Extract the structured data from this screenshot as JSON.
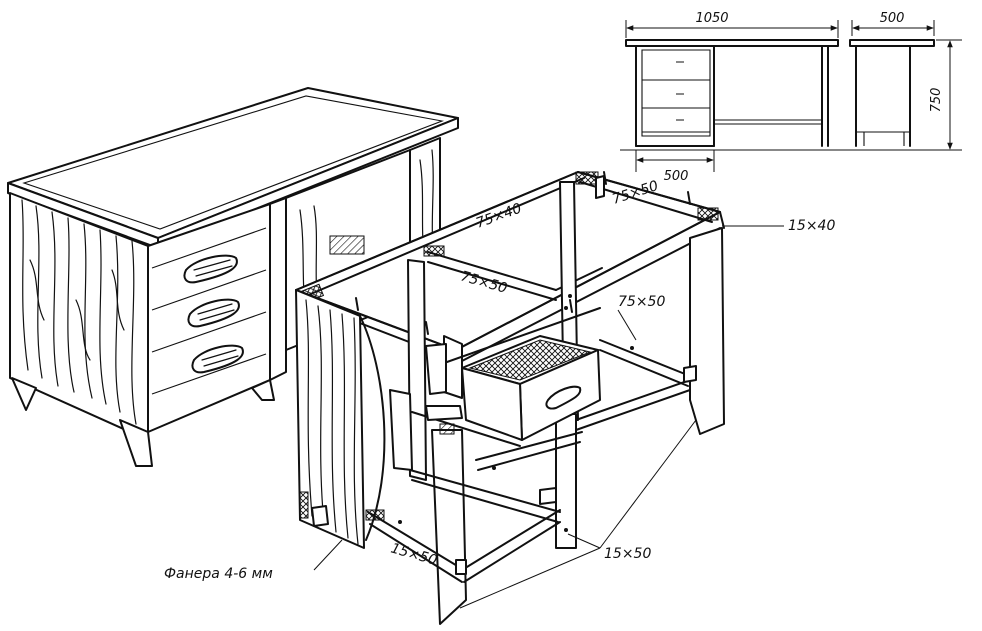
{
  "dimensions": {
    "width_label": "1050",
    "depth_label": "500",
    "height_label": "750",
    "pedestal_label": "500"
  },
  "labels": {
    "top_right": "15×40",
    "top_rear": "75×40",
    "top_right_rail": "75×50",
    "inner_rail": "75×50",
    "runner_rail": "75×50",
    "bottom_rail": "15×50",
    "legs": "15×50",
    "plywood": "Фанера 4-6 мм"
  }
}
